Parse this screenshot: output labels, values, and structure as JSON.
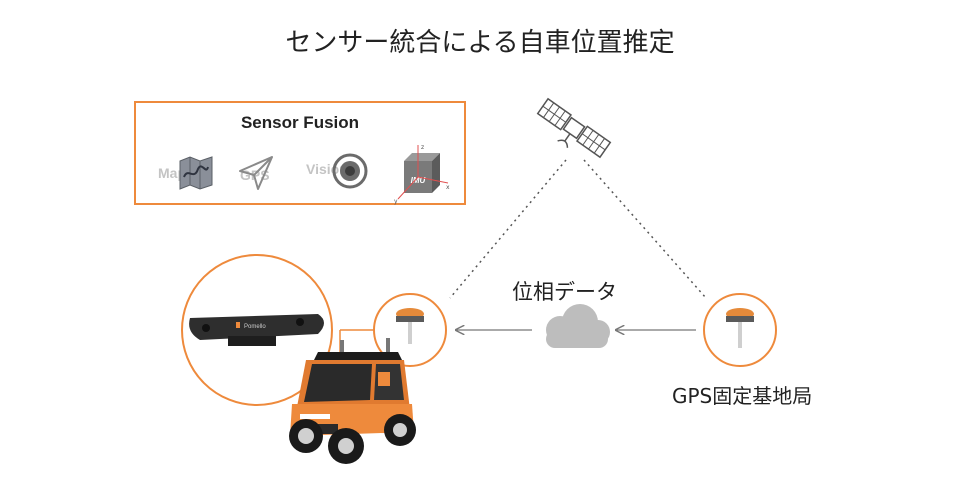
{
  "title": "センサー統合による自車位置推定",
  "sensor_fusion": {
    "heading": "Sensor Fusion",
    "sensors": [
      {
        "label": "Map",
        "icon": "map-icon"
      },
      {
        "label": "GPS",
        "icon": "gps-icon"
      },
      {
        "label": "Vision",
        "icon": "vision-icon"
      },
      {
        "label": "IMU",
        "icon": "imu-icon"
      }
    ]
  },
  "phase_data_label": "位相データ",
  "base_station_label": "GPS固定基地局",
  "camera_brand": "Pomello",
  "colors": {
    "accent": "#ee8a3c",
    "text": "#222222",
    "faded_label": "#c4c4c4",
    "cloud": "#bdbdbd",
    "arrow": "#777777"
  }
}
